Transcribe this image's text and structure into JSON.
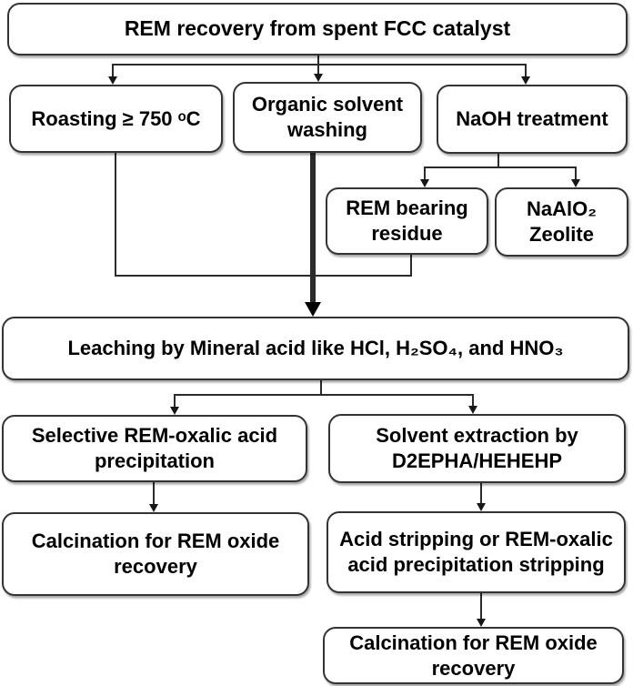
{
  "diagram": {
    "type": "flowchart",
    "title": "REM recovery from spent FCC catalyst",
    "colors": {
      "background": "#ffffff",
      "box_fill": "#ffffff",
      "box_border": "#333333",
      "connector_line": "#2b2b2b",
      "text": "#000000"
    },
    "nodes": {
      "title": {
        "label": "REM recovery from spent FCC catalyst"
      },
      "roasting": {
        "label": "Roasting ≥ 750 ᵒC"
      },
      "organic_washing": {
        "label": "Organic solvent washing"
      },
      "naoh_treatment": {
        "label": "NaOH treatment"
      },
      "rem_residue": {
        "label": "REM bearing residue"
      },
      "naalo2_zeolite": {
        "label": "NaAlO₂ Zeolite"
      },
      "leaching": {
        "label": "Leaching by Mineral acid like HCl, H₂SO₄, and HNO₃"
      },
      "selective_precipitation": {
        "label": "Selective REM-oxalic acid precipitation"
      },
      "solvent_extraction": {
        "label": "Solvent extraction by D2EPHA/HEHEHP"
      },
      "calcination_left": {
        "label": "Calcination for REM oxide recovery"
      },
      "acid_stripping": {
        "label": "Acid stripping or REM-oxalic acid precipitation stripping"
      },
      "calcination_right": {
        "label": "Calcination for REM oxide recovery"
      }
    },
    "edges": [
      "title -> roasting",
      "title -> organic_washing",
      "title -> naoh_treatment",
      "naoh_treatment -> rem_residue",
      "naoh_treatment -> naalo2_zeolite",
      "roasting -> leaching",
      "organic_washing -> leaching",
      "rem_residue -> leaching",
      "leaching -> selective_precipitation",
      "leaching -> solvent_extraction",
      "selective_precipitation -> calcination_left",
      "solvent_extraction -> acid_stripping",
      "acid_stripping -> calcination_right"
    ]
  }
}
